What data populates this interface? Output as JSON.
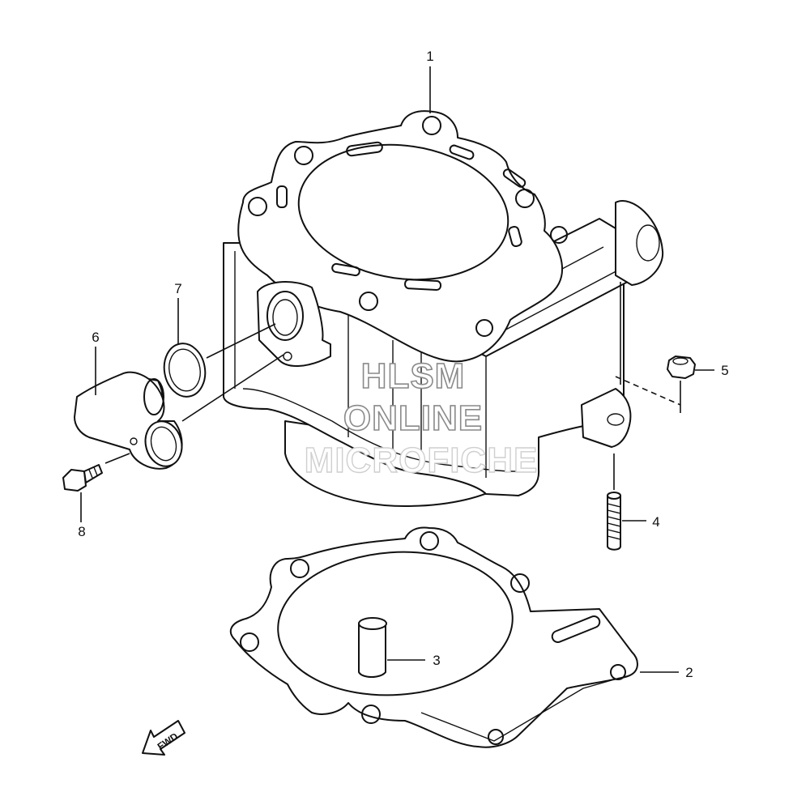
{
  "diagram": {
    "callouts": [
      {
        "label": "1"
      },
      {
        "label": "2"
      },
      {
        "label": "3"
      },
      {
        "label": "4"
      },
      {
        "label": "5"
      },
      {
        "label": "6"
      },
      {
        "label": "7"
      },
      {
        "label": "8"
      }
    ],
    "fwd_label": "FWD",
    "watermark": {
      "line1": "HLSM",
      "line2": "ONLINE",
      "line3": "MICROFICHE"
    }
  }
}
